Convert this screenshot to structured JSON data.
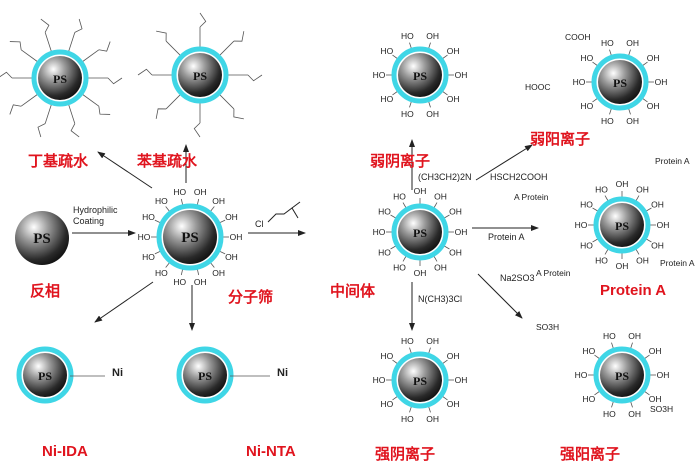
{
  "sphere_label": "PS",
  "group_oh": "OH",
  "group_ho": "HO",
  "labels": {
    "butyl": "丁基疏水",
    "phenyl": "苯基疏水",
    "weak_anion": "弱阴离子",
    "weak_cation": "弱阳离子",
    "reversed_phase": "反相",
    "molecular_sieve": "分子筛",
    "intermediate": "中间体",
    "protein_a": "Protein A",
    "ni_ida": "Ni-IDA",
    "ni_nta": "Ni-NTA",
    "strong_anion": "强阴离子",
    "strong_cation": "强阳离子"
  },
  "reagents": {
    "hydrophilic_1": "Hydrophilic",
    "hydrophilic_2": "Coating",
    "epichlorohydrin_cl": "Cl",
    "diethylamine": "(CH3CH2)2N",
    "thioglycolic": "HSCH2COOH",
    "protein_a": "Protein A",
    "sulfite": "Na2SO3",
    "trimethylammonium": "N(CH3)3Cl"
  },
  "groups": {
    "protein_a": "Protein A",
    "a_protein": "A Protein",
    "cooh": "COOH",
    "hooc": "HOOC",
    "so3h": "SO3H",
    "ni": "Ni"
  },
  "colors": {
    "label": "#e0141e",
    "ring": "#3fd6e6"
  }
}
